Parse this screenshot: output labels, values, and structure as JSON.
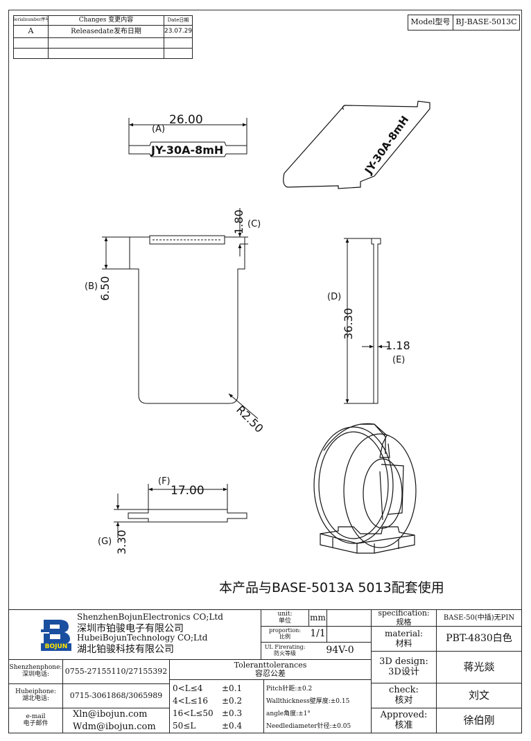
{
  "revision_table": {
    "headers": [
      "Serialnumber序号",
      "Changes 变更内容",
      "Date日期"
    ],
    "rows": [
      [
        "A",
        "Releasedate发布日期",
        "23.07.29"
      ],
      [
        "",
        "",
        ""
      ],
      [
        "",
        "",
        ""
      ]
    ]
  },
  "model": {
    "label": "Model型号",
    "value": "BJ-BASE-5013C"
  },
  "drawing": {
    "dim_a_value": "26.00",
    "dim_a_tag": "(A)",
    "part_text": "JY-30A-8mH",
    "dim_c_value": "1.80",
    "dim_c_tag": "(C)",
    "dim_b_value": "6.50",
    "dim_b_tag": "(B)",
    "dim_d_value": "36.30",
    "dim_d_tag": "(D)",
    "dim_e_value": "1.18",
    "dim_e_tag": "(E)",
    "dim_r_value": "R2.50",
    "dim_f_value": "17.00",
    "dim_f_tag": "(F)",
    "dim_g_value": "3.30",
    "dim_g_tag": "(G)",
    "note": "本产品与BASE-5013A 5013配套使用"
  },
  "title_block": {
    "company_en_1": "ShenzhenBojunElectronics CO;Ltd",
    "company_cn_1": "深圳市铂骏电子有限公司",
    "company_en_2": "HubeiBojunTechnology CO;Ltd",
    "company_cn_2": "湖北铂骏科技有限公司",
    "logo_text": "BOJUN",
    "unit_label": "unit:\n单位",
    "unit_value": "mm",
    "proportion_label": "proportion:\n比例",
    "proportion_value": "1/1",
    "ul_label": "UL Firerating:\n防火等级",
    "ul_value": "94V-0",
    "spec_label": "specification:\n规格",
    "spec_value": "BASE-50(中插)无PIN",
    "material_label": "material:\n材料",
    "material_value": "PBT-4830白色",
    "design_label": "3D design:\n3D设计",
    "design_value": "蒋光燚",
    "check_label": "check:\n核对",
    "check_value": "刘文",
    "approved_label": "Approved:\n核准",
    "approved_value": "徐伯刚",
    "sz_phone_label": "Shenzhenphone:\n深圳电话:",
    "sz_phone": "0755-27155110/27155392",
    "hb_phone_label": "Hubeiphone:\n湖北电话:",
    "hb_phone": "0715-3061868/3065989",
    "email_label": "e-mail\n电子邮件",
    "email_1": "Xln@ibojun.com",
    "email_2": "Wdm@ibojun.com",
    "tol_title": "Toleranttolerances\n容忍公差",
    "tol_rows": [
      {
        "range": "0<L≤4",
        "value": "±0.1"
      },
      {
        "range": "4<L≤16",
        "value": "±0.2"
      },
      {
        "range": "16<L≤50",
        "value": "±0.3"
      },
      {
        "range": "50≤L",
        "value": "±0.4"
      }
    ],
    "tol_notes": [
      "Pitch针距:±0.2",
      "Wallthickness壁厚度:±0.15",
      "angle角度:±1°",
      "Needlediameter针径:±0.05"
    ]
  }
}
